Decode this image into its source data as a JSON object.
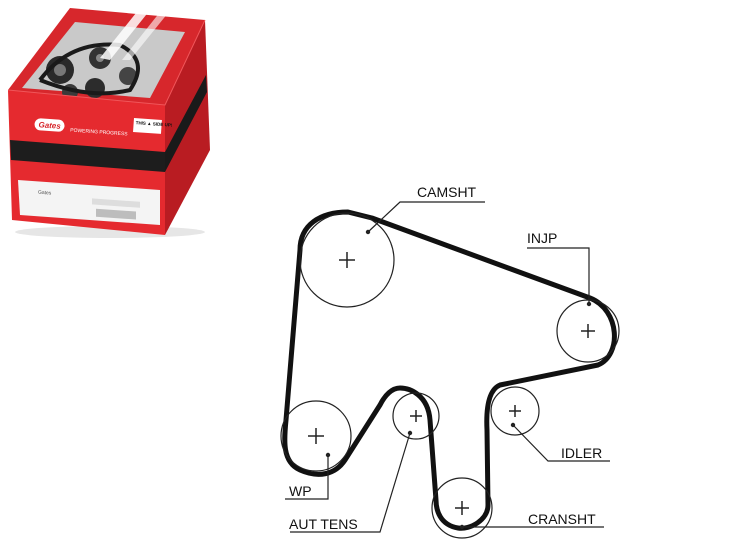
{
  "product_box": {
    "brand": "Gates",
    "slogan": "POWERING PROGRESS",
    "side_up_note": "THIS ▲ SIDE UP!",
    "colors": {
      "box_red": "#e0262b",
      "box_dark_red": "#b91c22",
      "band_black": "#1d1d1d",
      "panel_white": "#f4f4f4"
    }
  },
  "diagram": {
    "colors": {
      "belt": "#111111",
      "pulley": "#222222",
      "leader": "#222222"
    },
    "pulleys": [
      {
        "id": "camsht",
        "label": "CAMSHT"
      },
      {
        "id": "injp",
        "label": "INJP"
      },
      {
        "id": "idler",
        "label": "IDLER"
      },
      {
        "id": "cransht",
        "label": "CRANSHT"
      },
      {
        "id": "aut-tens",
        "label": "AUT TENS"
      },
      {
        "id": "wp",
        "label": "WP"
      }
    ]
  }
}
